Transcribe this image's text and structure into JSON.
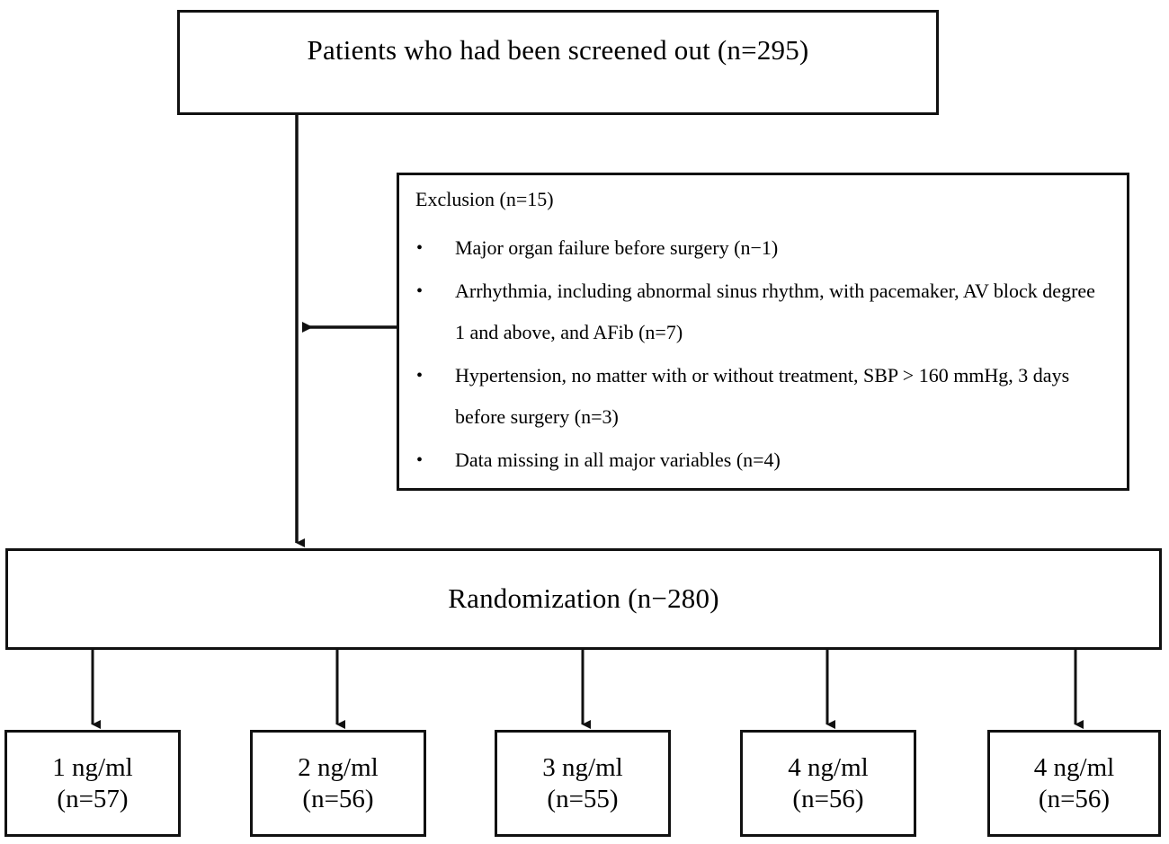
{
  "figure": {
    "type": "flowchart",
    "title": "CONSORT patient flow diagram"
  },
  "screened": {
    "label": "Patients who had been screened out (n=295)"
  },
  "exclusion": {
    "title": "Exclusion (n=15)",
    "bullet_glyph": "•",
    "items": [
      "Major organ failure before surgery (n−1)",
      "Arrhythmia, including abnormal sinus rhythm, with pacemaker, AV block degree 1 and above, and AFib (n=7)",
      "Hypertension, no matter with or without treatment, SBP > 160 mmHg, 3 days before surgery (n=3)",
      "Data missing in all major variables (n=4)"
    ]
  },
  "randomization": {
    "label": "Randomization (n−280)"
  },
  "arms": [
    {
      "dose": "1 ng/ml",
      "count": "(n=57)"
    },
    {
      "dose": "2 ng/ml",
      "count": "(n=56)"
    },
    {
      "dose": "3 ng/ml",
      "count": "(n=55)"
    },
    {
      "dose": "4 ng/ml",
      "count": "(n=56)"
    },
    {
      "dose": "4 ng/ml",
      "count": "(n=56)"
    }
  ],
  "style": {
    "line_color": "#111111",
    "background": "#ffffff",
    "text_color": "#000000"
  }
}
